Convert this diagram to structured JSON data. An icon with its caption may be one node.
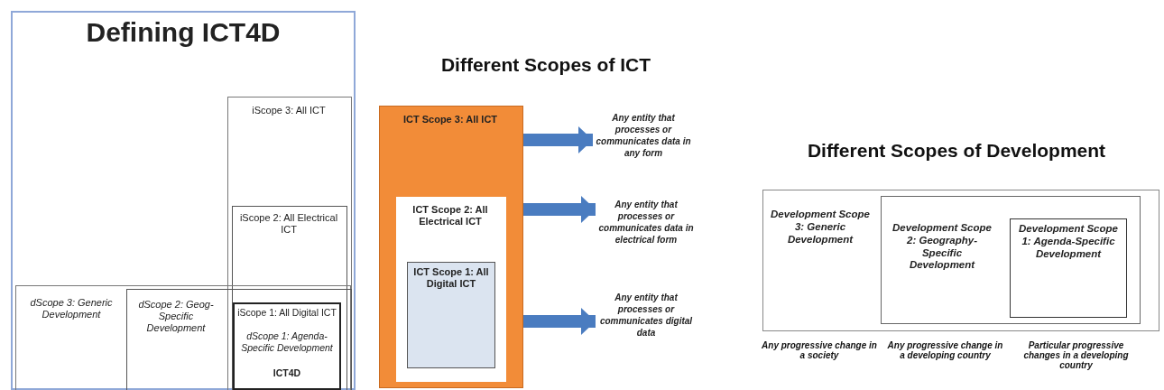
{
  "diagram": {
    "nodes": [
      {
        "text": [
          "Defining ICT4D"
        ]
      },
      {
        "text": [
          "iScope 3: All ICT"
        ],
        "in": 0
      },
      {
        "text": [
          "iScope 2: All Electrical ICT"
        ],
        "in": 1
      },
      {
        "text": [
          "dScope 3: Generic Development"
        ],
        "in": 0
      },
      {
        "text": [
          "dScope 2: Geog-Specific Development"
        ],
        "in": 3
      },
      {
        "text": [
          "iScope 1: All Digital ICT",
          "dScope 1: Agenda-Specific Development",
          "ICT4D"
        ]
      },
      {
        "text": [
          "ICT Scope 3: All ICT"
        ]
      },
      {
        "text": [
          "ICT Scope 2: All Electrical ICT"
        ],
        "in": 6
      },
      {
        "text": [
          "ICT Scope 1: All Digital ICT"
        ],
        "in": 7
      },
      {
        "text": [
          "Any entity that processes or communicates data in any form"
        ]
      },
      {
        "text": [
          "Any entity that processes or communicates data in electrical form"
        ]
      },
      {
        "text": [
          "Any entity that processes or communicates digital data"
        ]
      },
      {
        "text": [
          "Development Scope 3: Generic Development"
        ]
      },
      {
        "text": [
          "Development Scope 2: Geography-Specific Development"
        ],
        "in": 12
      },
      {
        "text": [
          "Development Scope 1: Agenda-Specific Development"
        ],
        "in": 13
      }
    ],
    "edges": [
      {
        "from": 6,
        "to": 9,
        "arrow": "to"
      },
      {
        "from": 6,
        "to": 10,
        "arrow": "to"
      },
      {
        "from": 6,
        "to": 11,
        "arrow": "to"
      }
    ],
    "labels": [
      "Different Scopes of ICT",
      "Different Scopes of Development",
      "Any progressive change in a society",
      "Any progressive change in a developing country",
      "Particular progressive changes in a developing country"
    ]
  }
}
